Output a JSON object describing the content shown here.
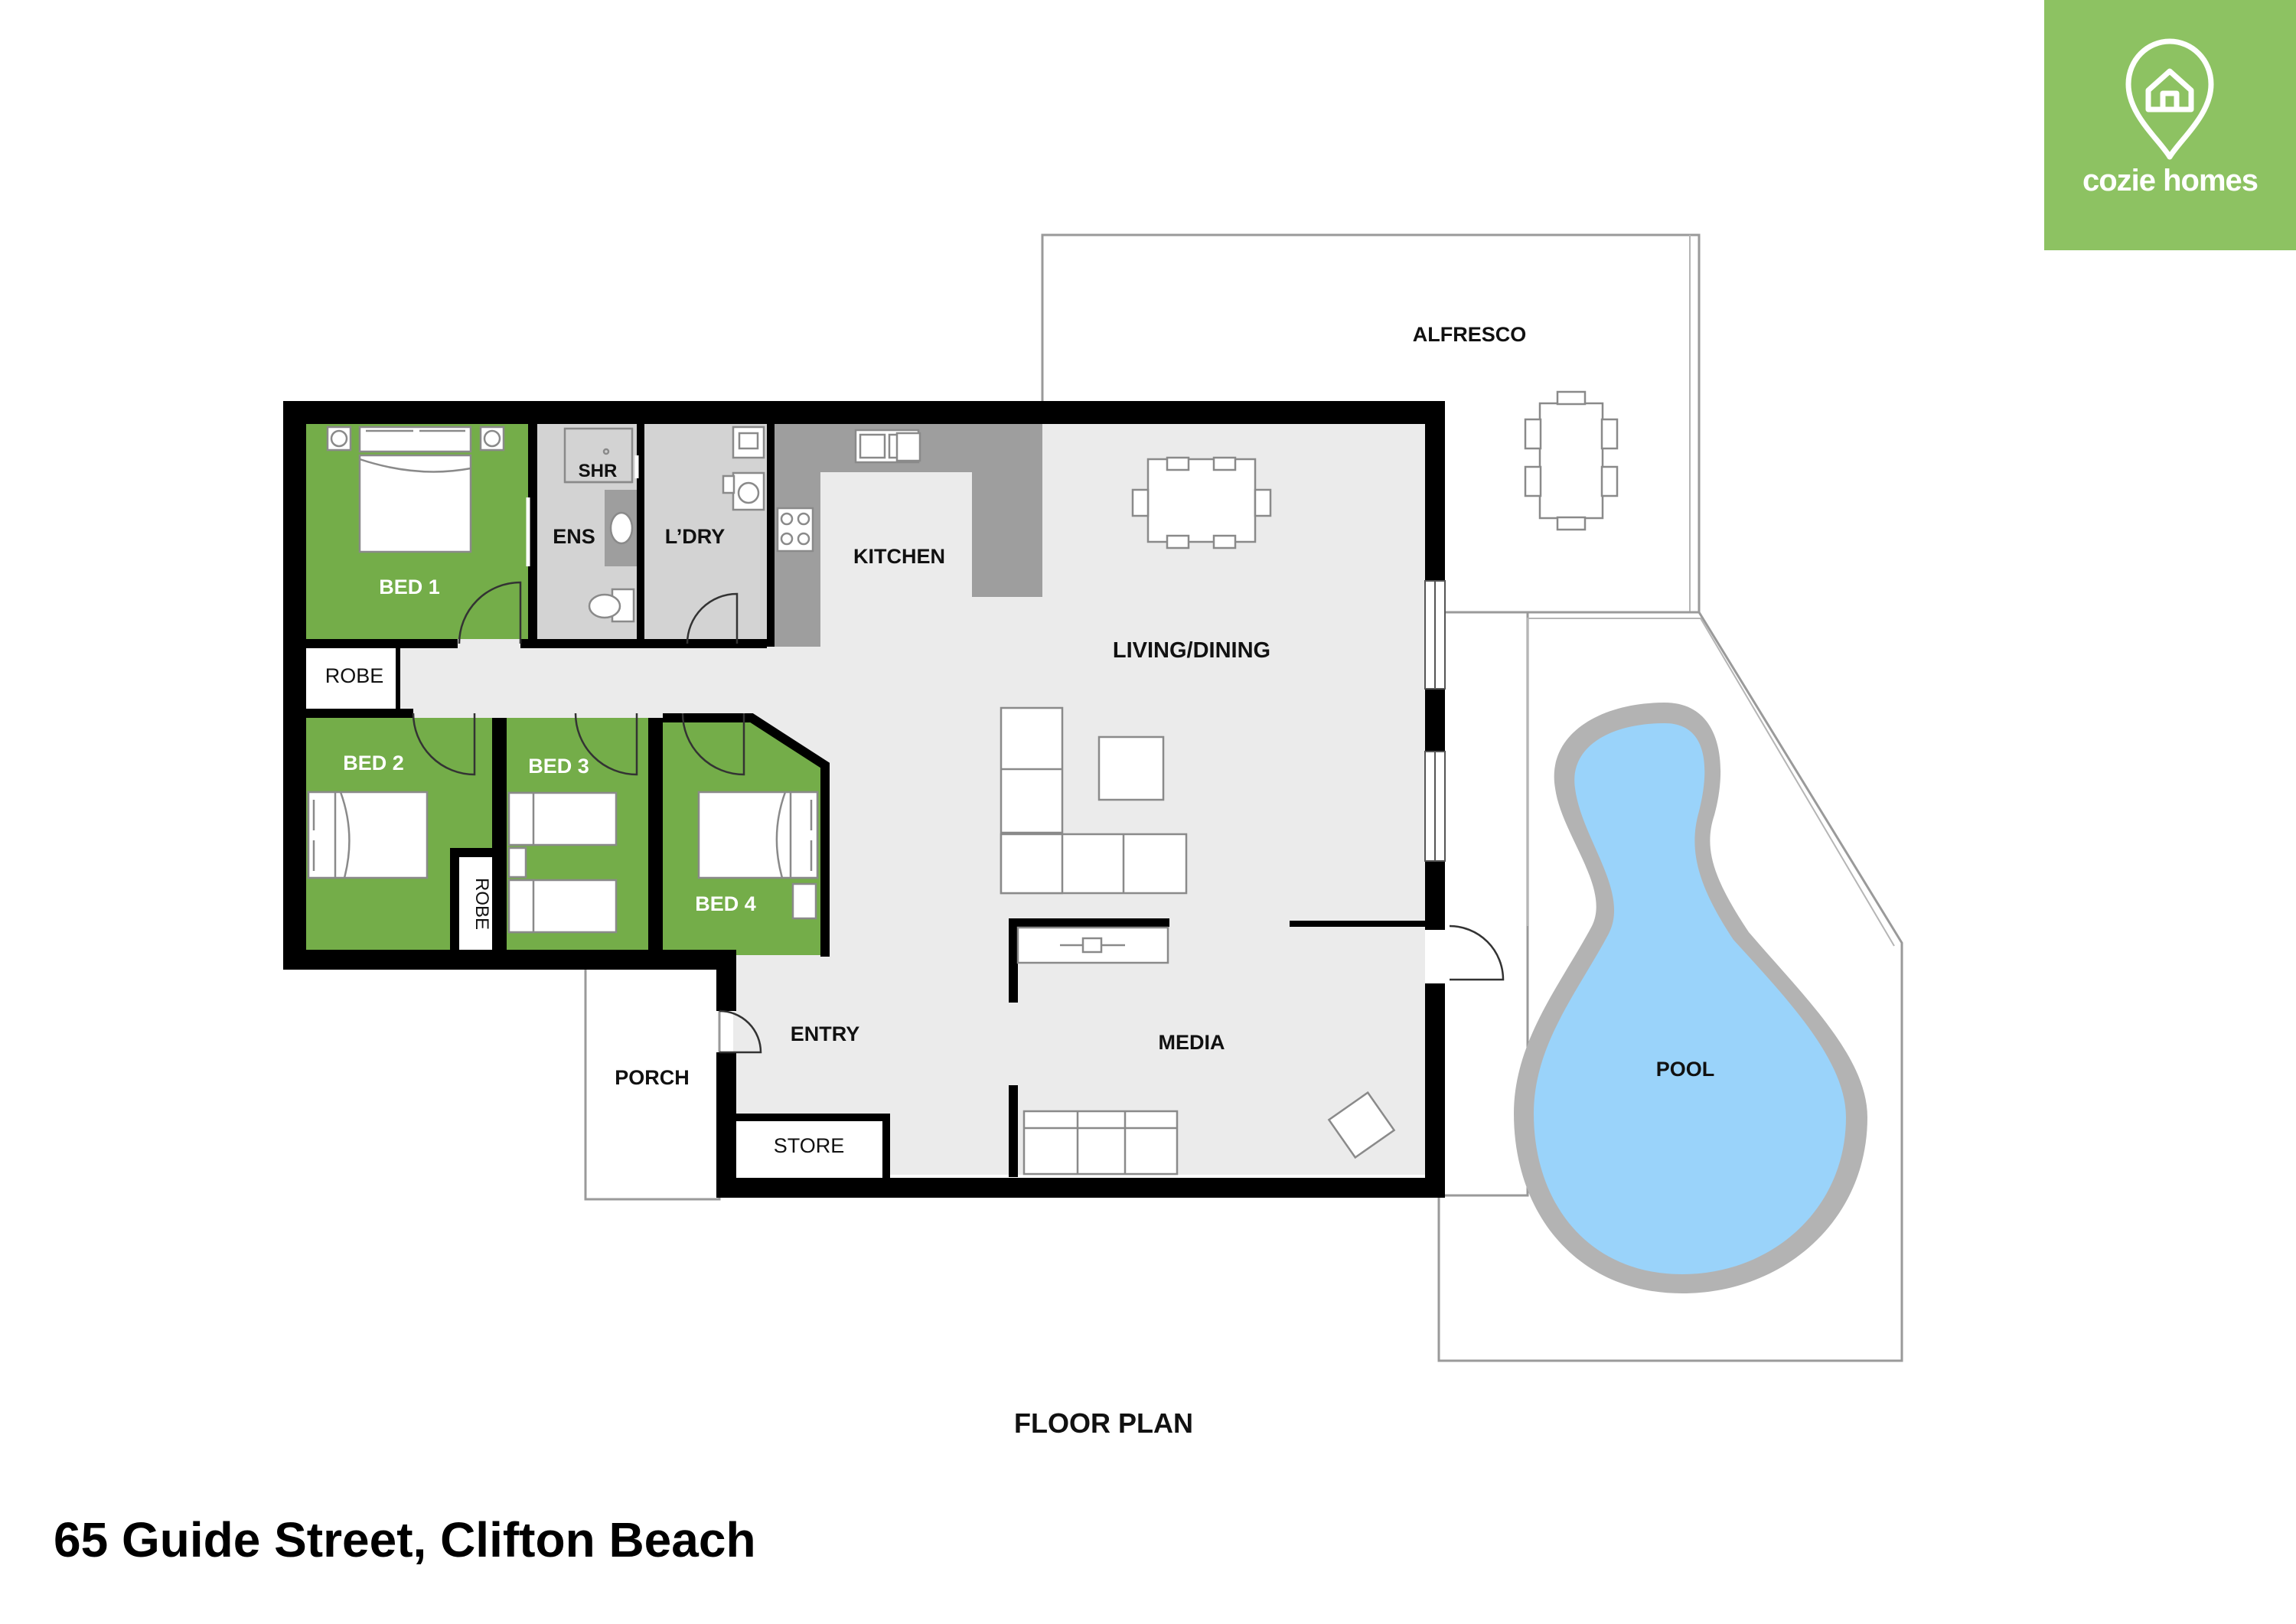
{
  "brand": {
    "name": "cozie homes",
    "color": "#8dc262",
    "icon": "house-location-pin-icon"
  },
  "rooms": {
    "bed1": "BED 1",
    "ens": "ENS",
    "shr": "SHR",
    "ldry": "L’DRY",
    "kitchen": "KITCHEN",
    "alfresco": "ALFRESCO",
    "living_dining": "LIVING/DINING",
    "robe_top": "ROBE",
    "bed2": "BED 2",
    "bed3": "BED 3",
    "bed4": "BED 4",
    "robe_side": "ROBE",
    "entry": "ENTRY",
    "porch": "PORCH",
    "store": "STORE",
    "media": "MEDIA",
    "pool": "POOL"
  },
  "plan_title": "FLOOR PLAN",
  "address": "65 Guide Street, Clifton Beach",
  "colors": {
    "bedroom": "#74ad49",
    "wet_area": "#d3d3d3",
    "floor": "#ebebeb",
    "wall": "#000000",
    "kitchen_bench": "#9e9e9e",
    "pool_water": "#9ad3fa",
    "pool_edge": "#b3b3b3"
  }
}
